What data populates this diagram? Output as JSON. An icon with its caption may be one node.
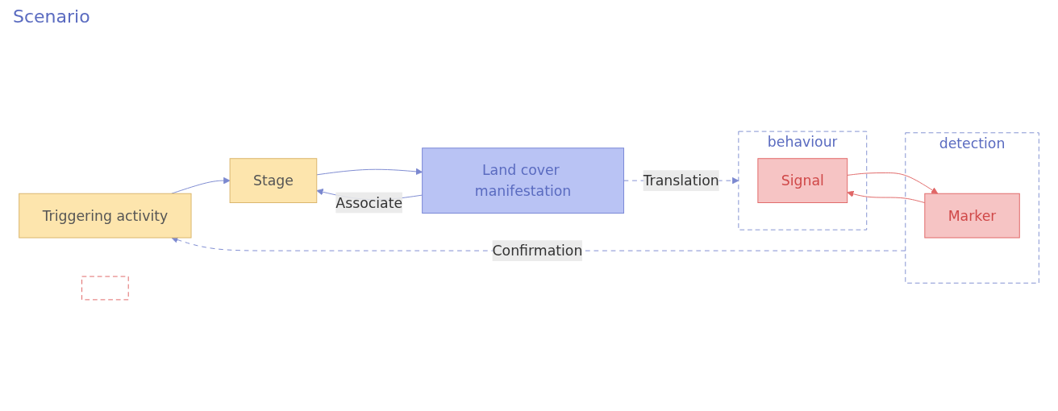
{
  "diagram": {
    "nodes": [
      {
        "text": [
          "Triggering activity"
        ]
      },
      {
        "text": [
          "Stage"
        ]
      },
      {
        "text": [
          "Land cover manifestation"
        ]
      },
      {
        "text": [],
        "shape": "box"
      },
      {
        "text": [
          "detection"
        ]
      },
      {
        "text": [
          "Marker"
        ],
        "in": 4
      },
      {
        "text": [
          "behaviour"
        ]
      },
      {
        "text": [
          "Signal"
        ],
        "in": 6
      }
    ],
    "edges": [
      {
        "from": 0,
        "to": 1,
        "arrow": "to"
      },
      {
        "from": 2,
        "to": 1,
        "arrow": "to",
        "label": "Associate"
      },
      {
        "from": 1,
        "to": 2,
        "arrow": "to"
      },
      {
        "from": 4,
        "to": 0,
        "arrow": "to",
        "label": "Confirmation",
        "style": "dashed"
      },
      {
        "from": 2,
        "to": 6,
        "arrow": "to",
        "label": "Translation",
        "style": "dashed"
      },
      {
        "from": 5,
        "to": 7,
        "arrow": "to",
        "color": "#e06666"
      },
      {
        "from": 7,
        "to": 5,
        "arrow": "to",
        "color": "#e06666"
      }
    ],
    "labels": [
      "Scenario"
    ]
  }
}
